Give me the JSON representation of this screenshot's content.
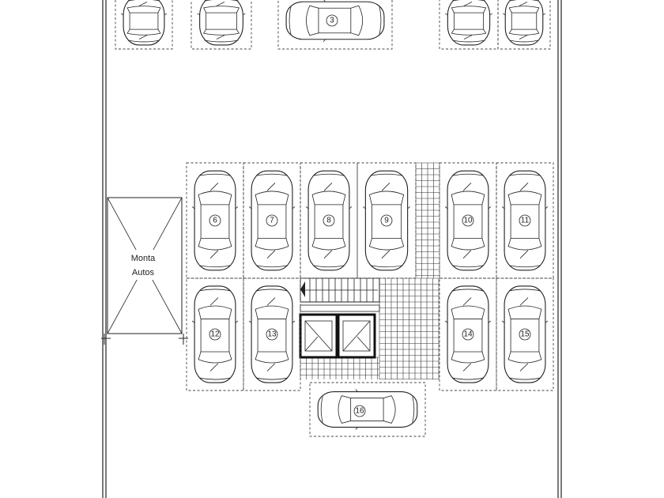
{
  "car_lift": {
    "label_line1": "Monta",
    "label_line2": "Autos"
  },
  "stalls": [
    {
      "number": "",
      "orientation": "vertical"
    },
    {
      "number": "",
      "orientation": "vertical"
    },
    {
      "number": "3",
      "orientation": "horizontal"
    },
    {
      "number": "",
      "orientation": "vertical"
    },
    {
      "number": "",
      "orientation": "vertical"
    },
    {
      "number": "6",
      "orientation": "vertical"
    },
    {
      "number": "7",
      "orientation": "vertical"
    },
    {
      "number": "8",
      "orientation": "vertical"
    },
    {
      "number": "9",
      "orientation": "vertical"
    },
    {
      "number": "10",
      "orientation": "vertical"
    },
    {
      "number": "11",
      "orientation": "vertical"
    },
    {
      "number": "12",
      "orientation": "vertical"
    },
    {
      "number": "13",
      "orientation": "vertical"
    },
    {
      "number": "14",
      "orientation": "vertical"
    },
    {
      "number": "15",
      "orientation": "vertical"
    },
    {
      "number": "16",
      "orientation": "horizontal"
    }
  ],
  "colors": {
    "line": "#222222",
    "background": "#ffffff"
  }
}
